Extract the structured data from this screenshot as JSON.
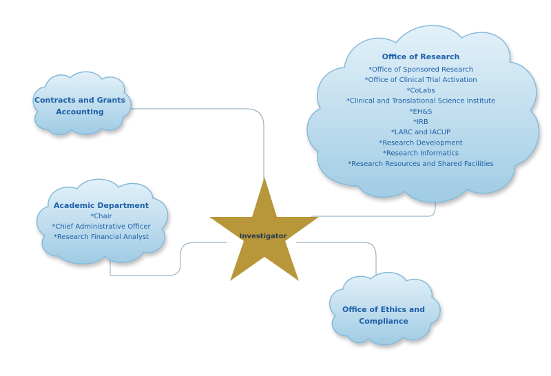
{
  "diagram": {
    "center": {
      "label": "Investigator"
    },
    "clouds": {
      "office_of_research": {
        "title": "Office of Research",
        "items": [
          "*Office of Sponsored Research",
          "*Office of Clinical Trial Activation",
          "*CoLabs",
          "*Clinical and Translational Science Institute",
          "*EH&S",
          "*IRB",
          "*LARC and IACUP",
          "*Research Development",
          "*Research Informatics",
          "*Research Resources and Shared Facilities"
        ]
      },
      "contracts_and_grants": {
        "title_lines": [
          "Contracts and Grants",
          "Accounting"
        ]
      },
      "academic_department": {
        "title": "Academic Department",
        "items": [
          "*Chair",
          "*Chief Administrative Officer",
          "*Research Financial Analyst"
        ]
      },
      "ethics_and_compliance": {
        "title_lines": [
          "Office of Ethics and",
          "Compliance"
        ]
      }
    },
    "colors": {
      "cloud_fill_top": "#e3f1f9",
      "cloud_fill_bottom": "#9fcbe4",
      "cloud_stroke": "#86b9d8",
      "text": "#1f5fa8",
      "star": "#b7973a",
      "connector": "#9cb4c6"
    }
  }
}
